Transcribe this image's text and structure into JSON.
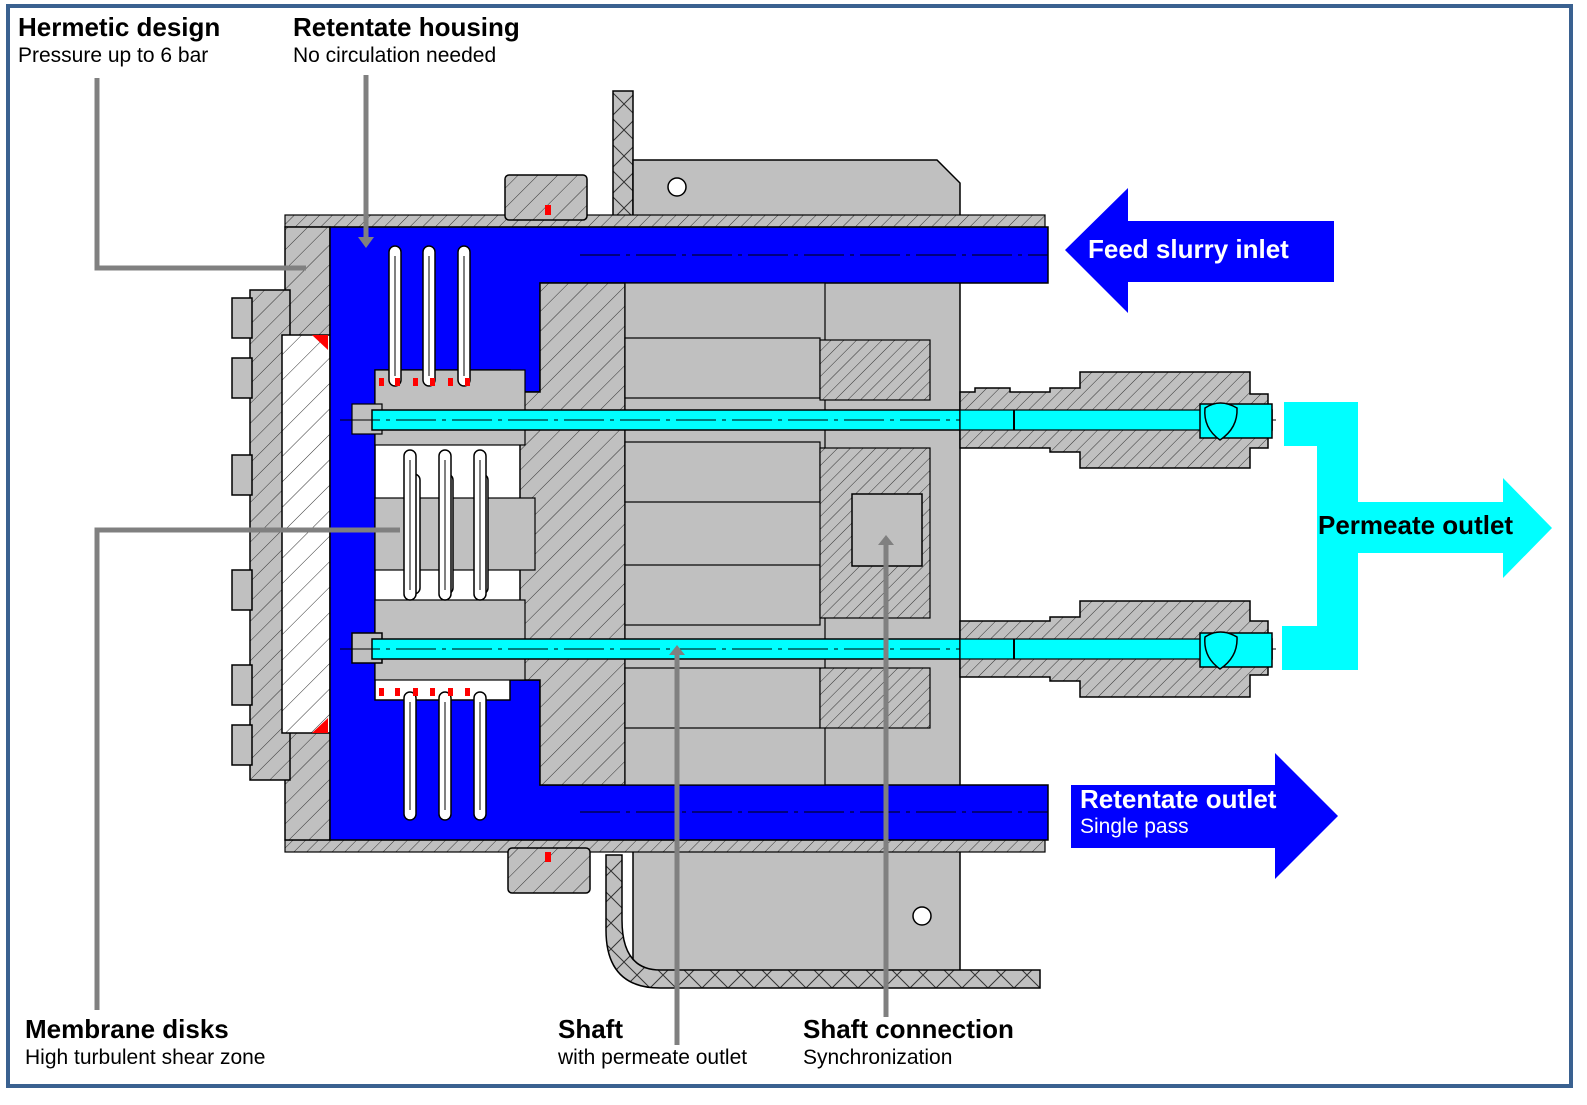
{
  "diagram": {
    "subject": "Rotating membrane disk filter cross-section",
    "colors": {
      "frame": "#3a6190",
      "retentate": "#0000ff",
      "permeate": "#00ffff",
      "metal": "#c0c0c0",
      "seal": "#ff0000",
      "leader": "#808080"
    }
  },
  "labels": {
    "hermetic": {
      "title": "Hermetic design",
      "sub": "Pressure up to 6 bar"
    },
    "retentate_housing": {
      "title": "Retentate housing",
      "sub": "No circulation needed"
    },
    "membrane_disks": {
      "title": "Membrane disks",
      "sub": "High turbulent shear zone"
    },
    "shaft": {
      "title": "Shaft",
      "sub": "with permeate outlet"
    },
    "shaft_connection": {
      "title": "Shaft connection",
      "sub": "Synchronization"
    }
  },
  "flows": {
    "feed_inlet": {
      "title": "Feed slurry inlet",
      "direction": "left"
    },
    "permeate_outlet": {
      "title": "Permeate outlet",
      "direction": "right"
    },
    "retentate_outlet": {
      "title": "Retentate outlet",
      "sub": "Single pass",
      "direction": "right"
    }
  }
}
